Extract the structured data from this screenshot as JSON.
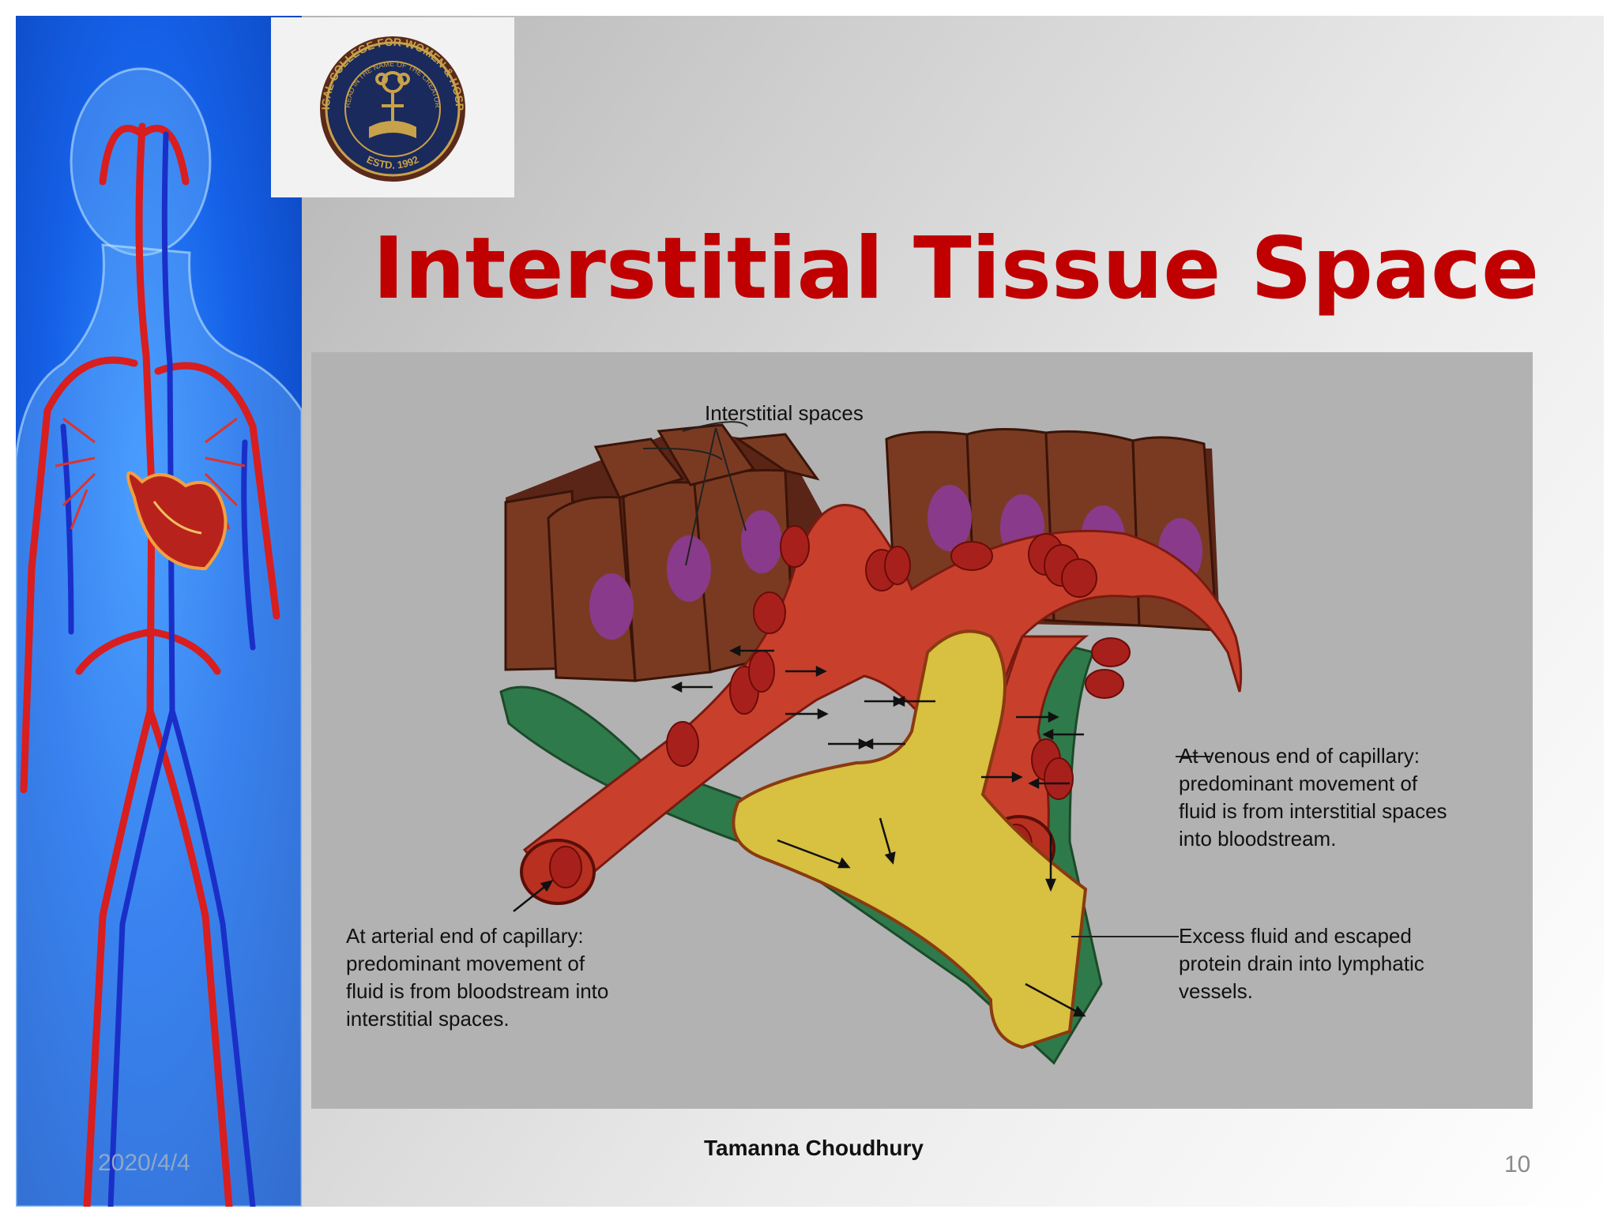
{
  "slide": {
    "title": "Interstitial Tissue Space",
    "author": "Tamanna  Choudhury",
    "date": "2020/4/4",
    "page_number": "10"
  },
  "logo": {
    "top_text": "MEDICAL COLLEGE FOR WOMEN & HOSPITAL",
    "inner_text": "READ IN THE NAME OF THE CREATOR",
    "established": "ESTD. 1992",
    "colors": {
      "ring": "#1b2a5c",
      "gold": "#c8a24a"
    }
  },
  "figure": {
    "labels": {
      "interstitial_spaces": "Interstitial spaces",
      "venous_end": [
        "At venous end of capillary:",
        "predominant movement of",
        "fluid is from interstitial spaces",
        "into bloodstream."
      ],
      "lymphatic": [
        "Excess fluid and escaped",
        "protein drain into lymphatic",
        "vessels."
      ],
      "arterial_end": [
        "At arterial end of capillary:",
        "predominant movement of",
        "fluid is from bloodstream into",
        "interstitial spaces."
      ]
    },
    "colors": {
      "capillary": "#c8402c",
      "rbc": "#a8201c",
      "cells": "#7a3a22",
      "nucleus": "#8a3a8a",
      "lymph_outer": "#2f7a4a",
      "lymph_inner": "#d8c040"
    }
  },
  "sidebar": {
    "image": "human-circulatory-system-illustration"
  },
  "colors": {
    "title": "#c00000",
    "sidebar": "#1560e6"
  }
}
